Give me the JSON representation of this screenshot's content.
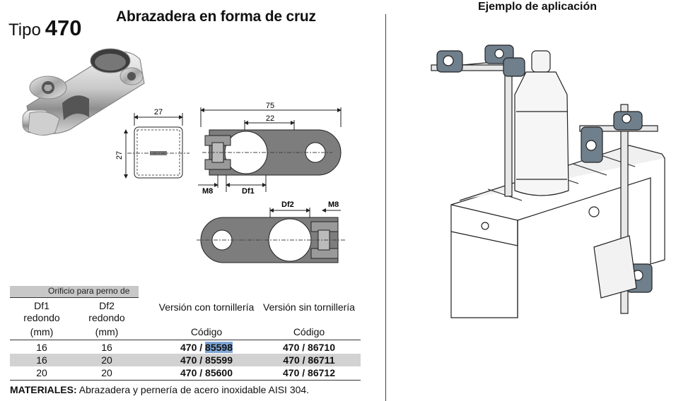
{
  "header": {
    "tipo_label": "Tipo",
    "tipo_number": "470",
    "title": "Abrazadera en forma de cruz",
    "application_title": "Ejemplo de aplicación"
  },
  "dimensions": {
    "side_width": "27",
    "side_height": "27",
    "total_length": "75",
    "center_distance": "22",
    "m8_top": "M8",
    "df1": "Df1",
    "df2": "Df2",
    "m8_bottom": "M8"
  },
  "table": {
    "group_header": "Orificio para perno de",
    "col_df1": [
      "Df1",
      "redondo",
      "(mm)"
    ],
    "col_df2": [
      "Df2",
      "redondo",
      "(mm)"
    ],
    "col_with_screws": "Versión con tornillería",
    "col_without_screws": "Versión sin tornillería",
    "code_label": "Código",
    "rows": [
      {
        "df1": "16",
        "df2": "16",
        "code_prefix": "470 / ",
        "code_with": "85598",
        "code_without": "470 / 86710"
      },
      {
        "df1": "16",
        "df2": "20",
        "code_prefix": "470 / ",
        "code_with": "85599",
        "code_without": "470 / 86711"
      },
      {
        "df1": "20",
        "df2": "20",
        "code_prefix": "470 / ",
        "code_with": "85600",
        "code_without": "470 / 86712"
      }
    ]
  },
  "materials": {
    "label": "MATERIALES:",
    "text": "Abrazadera y pernería de acero inoxidable AISI 304."
  }
}
